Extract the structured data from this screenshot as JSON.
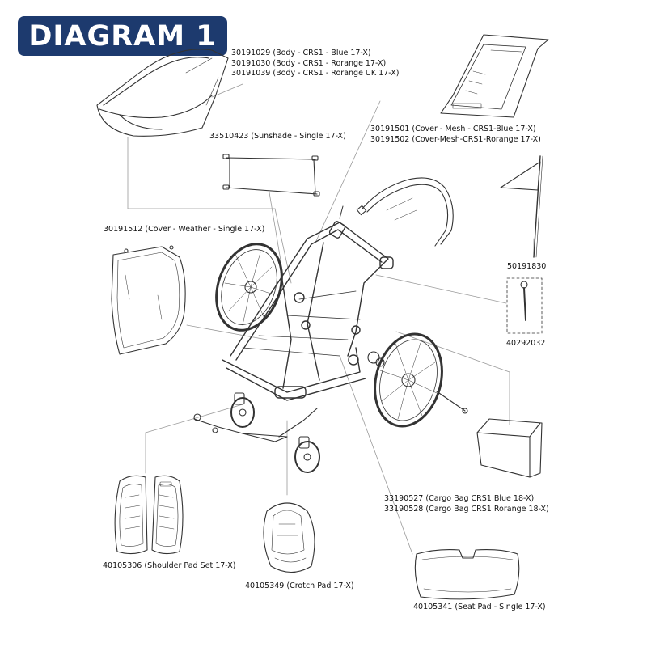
{
  "header": {
    "title": "DIAGRAM 1"
  },
  "parts": [
    {
      "id": "body",
      "lines": [
        "30191029 (Body - CRS1 - Blue 17-X)",
        "30191030 (Body - CRS1 - Rorange 17-X)",
        "30191039 (Body - CRS1 - Rorange UK 17-X)"
      ]
    },
    {
      "id": "mesh-cover",
      "lines": [
        "30191501 (Cover - Mesh - CRS1-Blue 17-X)",
        "30191502 (Cover-Mesh-CRS1-Rorange 17-X)"
      ]
    },
    {
      "id": "sunshade",
      "lines": [
        "33510423 (Sunshade - Single 17-X)"
      ]
    },
    {
      "id": "weather-cover",
      "lines": [
        "30191512 (Cover - Weather - Single 17-X)"
      ]
    },
    {
      "id": "flag",
      "lines": [
        "50191830"
      ]
    },
    {
      "id": "pin",
      "lines": [
        "40292032"
      ]
    },
    {
      "id": "cargo-bag",
      "lines": [
        "33190527 (Cargo Bag CRS1 Blue 18-X)",
        "33190528 (Cargo Bag CRS1 Rorange 18-X)"
      ]
    },
    {
      "id": "shoulder-pad",
      "lines": [
        "40105306 (Shoulder Pad Set 17-X)"
      ]
    },
    {
      "id": "crotch-pad",
      "lines": [
        "40105349 (Crotch Pad 17-X)"
      ]
    },
    {
      "id": "seat-pad",
      "lines": [
        "40105341 (Seat Pad - Single 17-X)"
      ]
    }
  ],
  "colors": {
    "badge": "#1d3a6e",
    "line": "#333333",
    "leader": "#9a9a9a"
  }
}
